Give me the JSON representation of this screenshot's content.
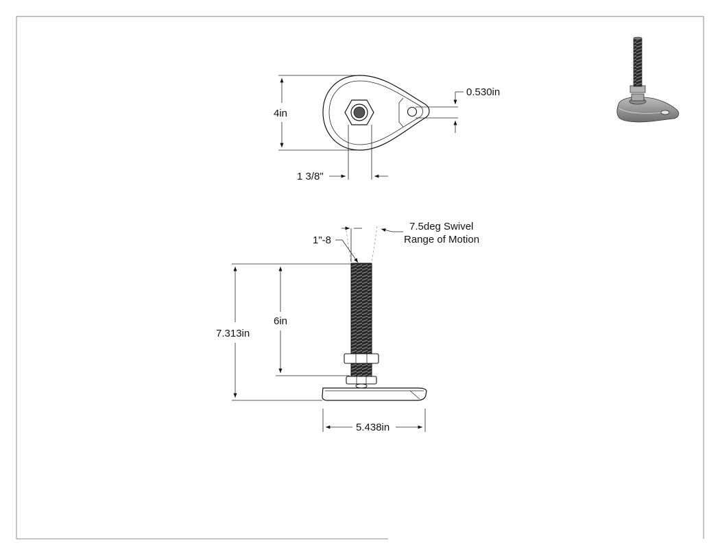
{
  "top_view": {
    "height_dim": "4in",
    "hole_dim": "0.530in",
    "nut_dim": "1 3/8\""
  },
  "side_view": {
    "thread_spec": "1\"-8",
    "swivel_label_line1": "7.5deg Swivel",
    "swivel_label_line2": "Range of Motion",
    "overall_height_dim": "7.313in",
    "stud_height_dim": "6in",
    "base_width_dim": "5.438in"
  },
  "colors": {
    "frame": "#8a8a8a",
    "line": "#111111",
    "part_fill": "#ffffff",
    "iso_shade": "#9a9a9a"
  }
}
